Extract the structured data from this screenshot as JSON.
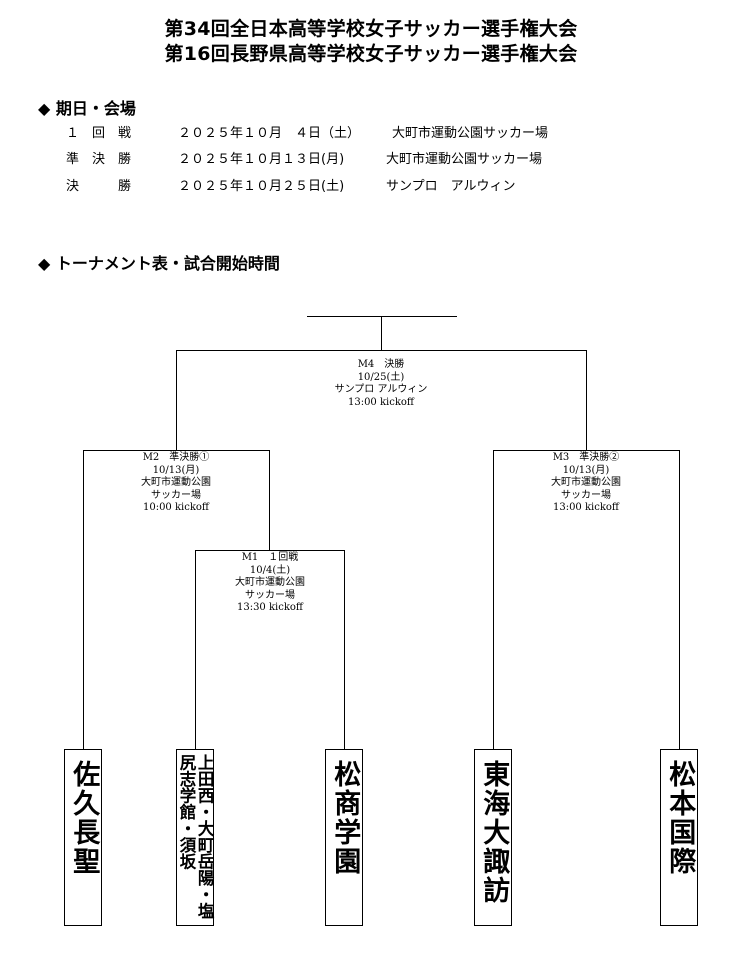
{
  "titles": [
    "第34回全日本高等学校女子サッカー選手権大会",
    "第16回長野県高等学校女子サッカー選手権大会"
  ],
  "schedule": {
    "heading": "◆ 期日・会場",
    "rows": [
      {
        "round": "１　回　戦",
        "date": "２０２５年１０月　４日（土）",
        "venue": "大町市運動公園サッカー場"
      },
      {
        "round": "準　決　勝",
        "date": "２０２５年１０月１３日(月)",
        "venue": "大町市運動公園サッカー場"
      },
      {
        "round": "決　　　勝",
        "date": "２０２５年１０月２５日(土)",
        "venue": "サンプロ　アルウィン"
      }
    ]
  },
  "bracket": {
    "heading": "◆ トーナメント表・試合開始時間",
    "matches": {
      "m4": [
        "M4　決勝",
        "10/25(土)",
        "サンプロ アルウィン",
        "13:00 kickoff"
      ],
      "m2": [
        "M2　準決勝①",
        "10/13(月)",
        "大町市運動公園",
        "サッカー場",
        "10:00 kickoff"
      ],
      "m3": [
        "M3　準決勝②",
        "10/13(月)",
        "大町市運動公園",
        "サッカー場",
        "13:00 kickoff"
      ],
      "m1": [
        "M1　１回戦",
        "10/4(土)",
        "大町市運動公園",
        "サッカー場",
        "13:30 kickoff"
      ]
    },
    "teams": [
      "佐久長聖",
      "上田西・大町岳陽・塩尻志学館・須坂",
      "松商学園",
      "東海大諏訪",
      "松本国際"
    ]
  }
}
